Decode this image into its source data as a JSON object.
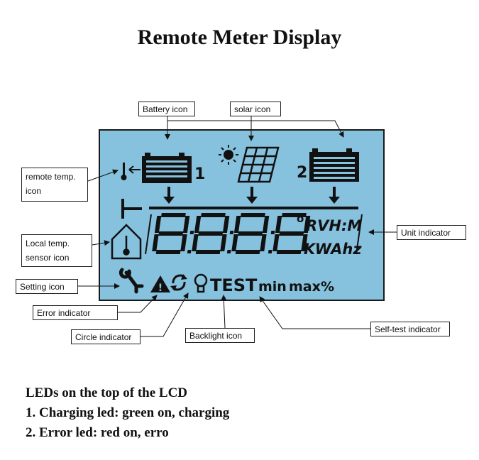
{
  "title": "Remote Meter Display",
  "callouts": {
    "battery_icon": "Battery icon",
    "solar_icon": "solar icon",
    "remote_temp_icon": "remote temp. icon",
    "local_temp_sensor_icon": "Local temp. sensor icon",
    "unit_indicator": "Unit indicator",
    "setting_icon": "Setting icon",
    "error_indicator": "Error indicator",
    "circle_indicator": "Circle indicator",
    "backlight_icon": "Backlight icon",
    "self_test_indicator": "Self-test indicator"
  },
  "lcd": {
    "battery_1_number": "1",
    "battery_2_number": "2",
    "units_top": "RVH:M",
    "units_bottom": "KWAhz",
    "test_label": "TEST",
    "min_label": "min",
    "max_label": "max",
    "percent_label": "%",
    "digits": "8888",
    "degree": "o",
    "exclamation": "!"
  },
  "leds": {
    "heading": "LEDs on the top of the LCD",
    "items": [
      "1. Charging led: green on, charging",
      "2. Error led: red on, erro"
    ]
  },
  "colors": {
    "lcd_background": "#86c1de",
    "segment": "#111111"
  }
}
